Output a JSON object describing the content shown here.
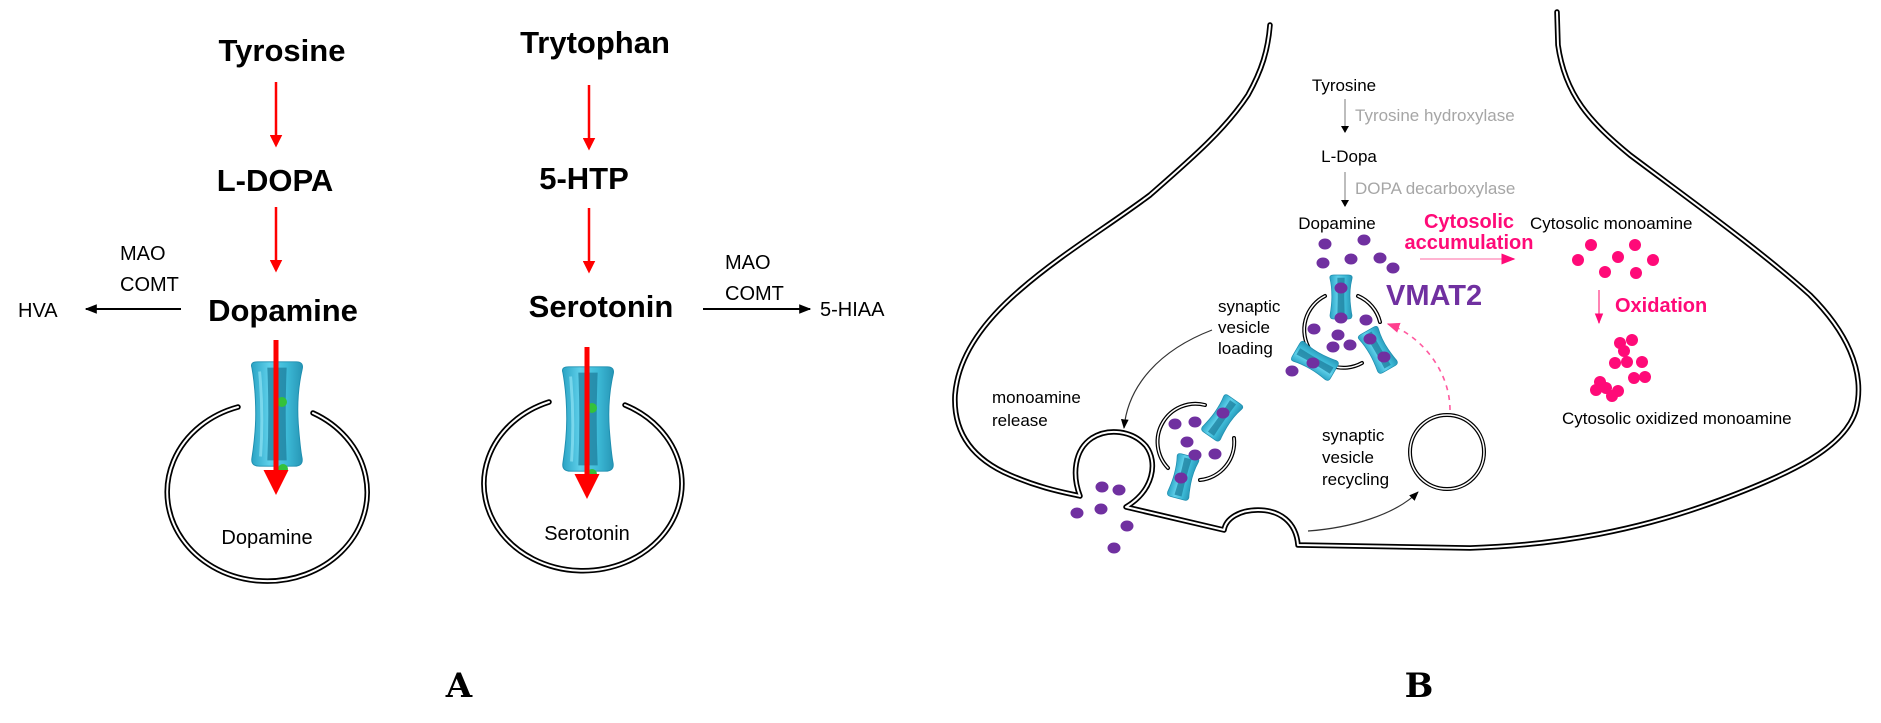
{
  "panel_a": {
    "label": "A",
    "dopamine_pathway": {
      "precursor": "Tyrosine",
      "intermediate": "L-DOPA",
      "product": "Dopamine",
      "enzymes": [
        "MAO",
        "COMT"
      ],
      "metabolite": "HVA",
      "vesicle_label": "Dopamine"
    },
    "serotonin_pathway": {
      "precursor": "Trytophan",
      "intermediate": "5-HTP",
      "product": "Serotonin",
      "enzymes": [
        "MAO",
        "COMT"
      ],
      "metabolite": "5-HIAA",
      "vesicle_label": "Serotonin"
    }
  },
  "panel_b": {
    "label": "B",
    "synthesis": {
      "steps": [
        "Tyrosine",
        "L-Dopa",
        "Dopamine"
      ],
      "enzymes": [
        "Tyrosine hydroxylase",
        "DOPA decarboxylase"
      ]
    },
    "transporter_label": "VMAT2",
    "cytosolic_accumulation": [
      "Cytosolic",
      "accumulation"
    ],
    "cytosolic_monoamine": "Cytosolic monoamine",
    "oxidation": "Oxidation",
    "cytosolic_oxidized_monoamine": "Cytosolic oxidized monoamine",
    "vesicle_loading": [
      "synaptic",
      "vesicle",
      "loading"
    ],
    "monoamine_release": [
      "monoamine",
      "release"
    ],
    "vesicle_recycling": [
      "synaptic",
      "vesicle",
      "recycling"
    ]
  },
  "colors": {
    "pathway_arrow": "#ff0000",
    "transporter": "#3cb9d6",
    "monoamine": "#7030a0",
    "cytosolic_monoamine": "#ff0a78",
    "enzyme_text": "#a6a6a6",
    "vmat2_text": "#7030a0",
    "accent_text": "#ff0a78"
  }
}
